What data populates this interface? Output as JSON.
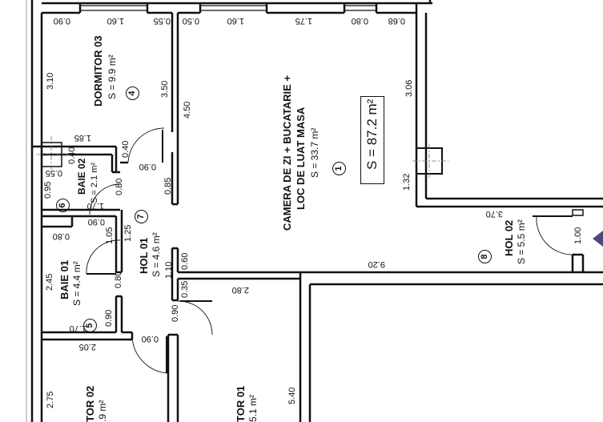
{
  "plan": {
    "total_area": "S = 87.2 m²",
    "entrance_marker_color": "#4a4a7a",
    "rooms": [
      {
        "id": 1,
        "number": "1",
        "name_line1": "CAMERA DE ZI + BUCATARIE +",
        "name_line2": "LOC DE LUAT MASA",
        "area": "S = 33.7 m²"
      },
      {
        "id": 4,
        "number": "4",
        "name": "DORMITOR 03",
        "area": "S = 9.9 m²"
      },
      {
        "id": 6,
        "number": "6",
        "name": "BAIE 02",
        "area": "S = 2.1 m²"
      },
      {
        "id": 7,
        "number": "7",
        "name": "HOL 01",
        "area": "S = 4.6 m²"
      },
      {
        "id": 5,
        "number": "5",
        "name": "BAIE 01",
        "area": "S = 4.4 m²"
      },
      {
        "id": 8,
        "number": "8",
        "name": "HOL 02",
        "area": "S = 5.5 m²"
      },
      {
        "id": 2,
        "name": "TOR 02",
        "area": ".9 m²"
      },
      {
        "id": 3,
        "name": "TOR 01",
        "area": "5.1 m²"
      }
    ],
    "dimensions": {
      "top_090": "0.90",
      "top_160a": "1.60",
      "top_055": "0.55",
      "top_050": "0.50",
      "top_160b": "1.60",
      "top_175": "1.75",
      "top_080": "0.80",
      "top_068": "0.68",
      "d03_310": "3.10",
      "d03_350": "3.50",
      "cz_450": "4.50",
      "cz_306": "3.06",
      "cz_132": "1.32",
      "b02_185": "1.85",
      "b02_040a": "0.40",
      "b02_040b": "0.40",
      "b02_055": "0.55",
      "b02_095": "0.95",
      "b02_080": "0.80",
      "b02_170": "1.70",
      "h01_090a": "0.90",
      "h01_085": "0.85",
      "b01_090": "0.90",
      "b01_080": "0.80",
      "b01_105": "1.05",
      "h01_125": "1.25",
      "h01_110": "1.10",
      "h01_060": "0.60",
      "h01_035": "0.35",
      "b01_245": "2.45",
      "b01_080b": "0.80",
      "b01_090b": "0.90",
      "b01_170": "1.70",
      "h01_090b": "0.90",
      "h01_090c": "0.90",
      "d02_205": "2.05",
      "d02_275": "2.75",
      "d01_540": "5.40",
      "c_280": "2.80",
      "c_920": "9.20",
      "h02_370": "3.70",
      "h02_100": "1.00"
    }
  }
}
